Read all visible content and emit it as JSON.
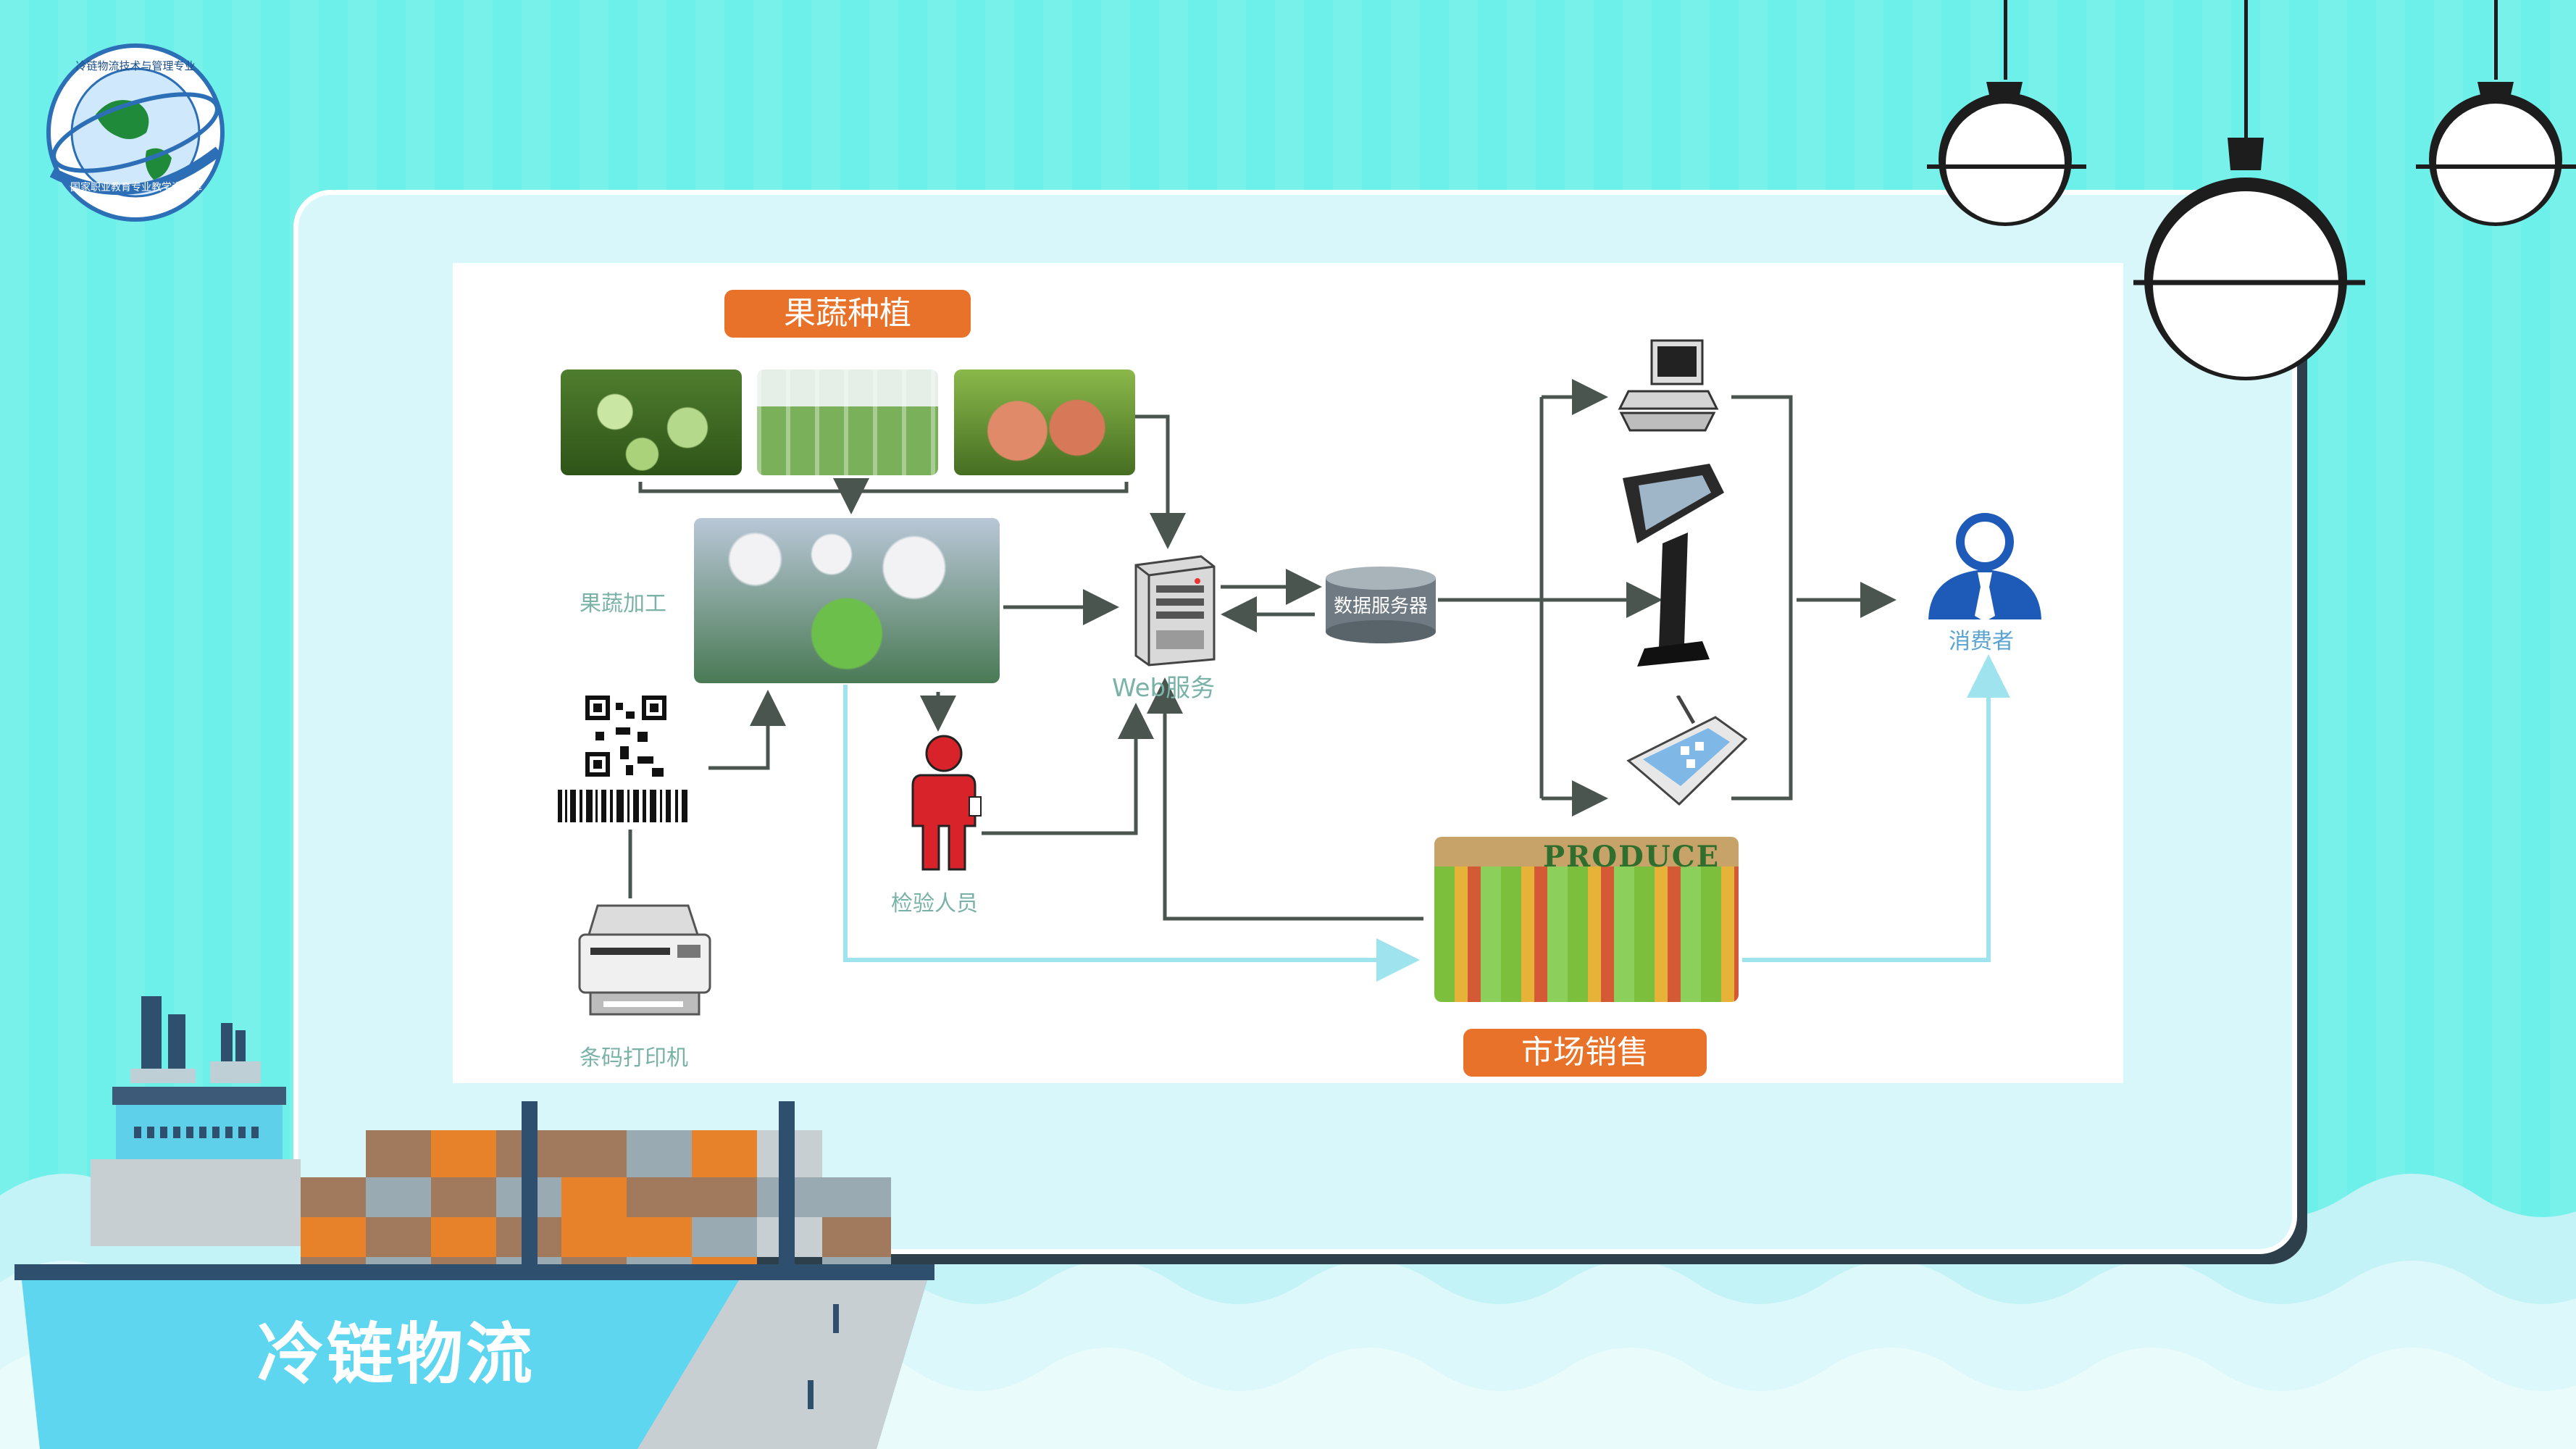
{
  "slide": {
    "title": "冷链物流"
  },
  "logo": {
    "top_text": "冷链物流技术与管理专业",
    "bottom_text": "国家职业教育专业教学资源库"
  },
  "diagram": {
    "tag_planting": "果蔬种植",
    "label_processing": "果蔬加工",
    "label_web": "Web服务",
    "label_database": "数据服务器",
    "label_inspector": "检验人员",
    "label_printer": "条码打印机",
    "label_consumer": "消费者",
    "tag_market": "市场销售",
    "produce_sign": "PRODUCE"
  },
  "colors": {
    "background": "#6ef0ea",
    "accent_orange": "#e8722a",
    "arrow_dark": "#4a5550",
    "arrow_light": "#9fe3ee",
    "consumer_blue": "#1e5bb8"
  }
}
